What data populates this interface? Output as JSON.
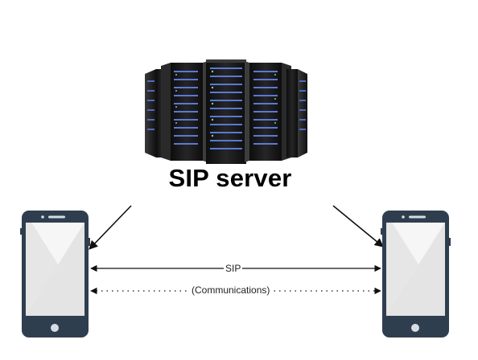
{
  "server": {
    "title": "SIP server",
    "icon": "server-rack-icon"
  },
  "devices": [
    {
      "icon": "smartphone-icon"
    },
    {
      "icon": "smartphone-icon"
    }
  ],
  "connections": {
    "signaling_label": "SIP",
    "media_label": "(Communications)"
  },
  "colors": {
    "phone_body": "#2f3e4f",
    "phone_screen": "#e9e9e9",
    "rack_body": "#1c1c1c",
    "rack_light": "#5a78d8",
    "line": "#111111"
  }
}
